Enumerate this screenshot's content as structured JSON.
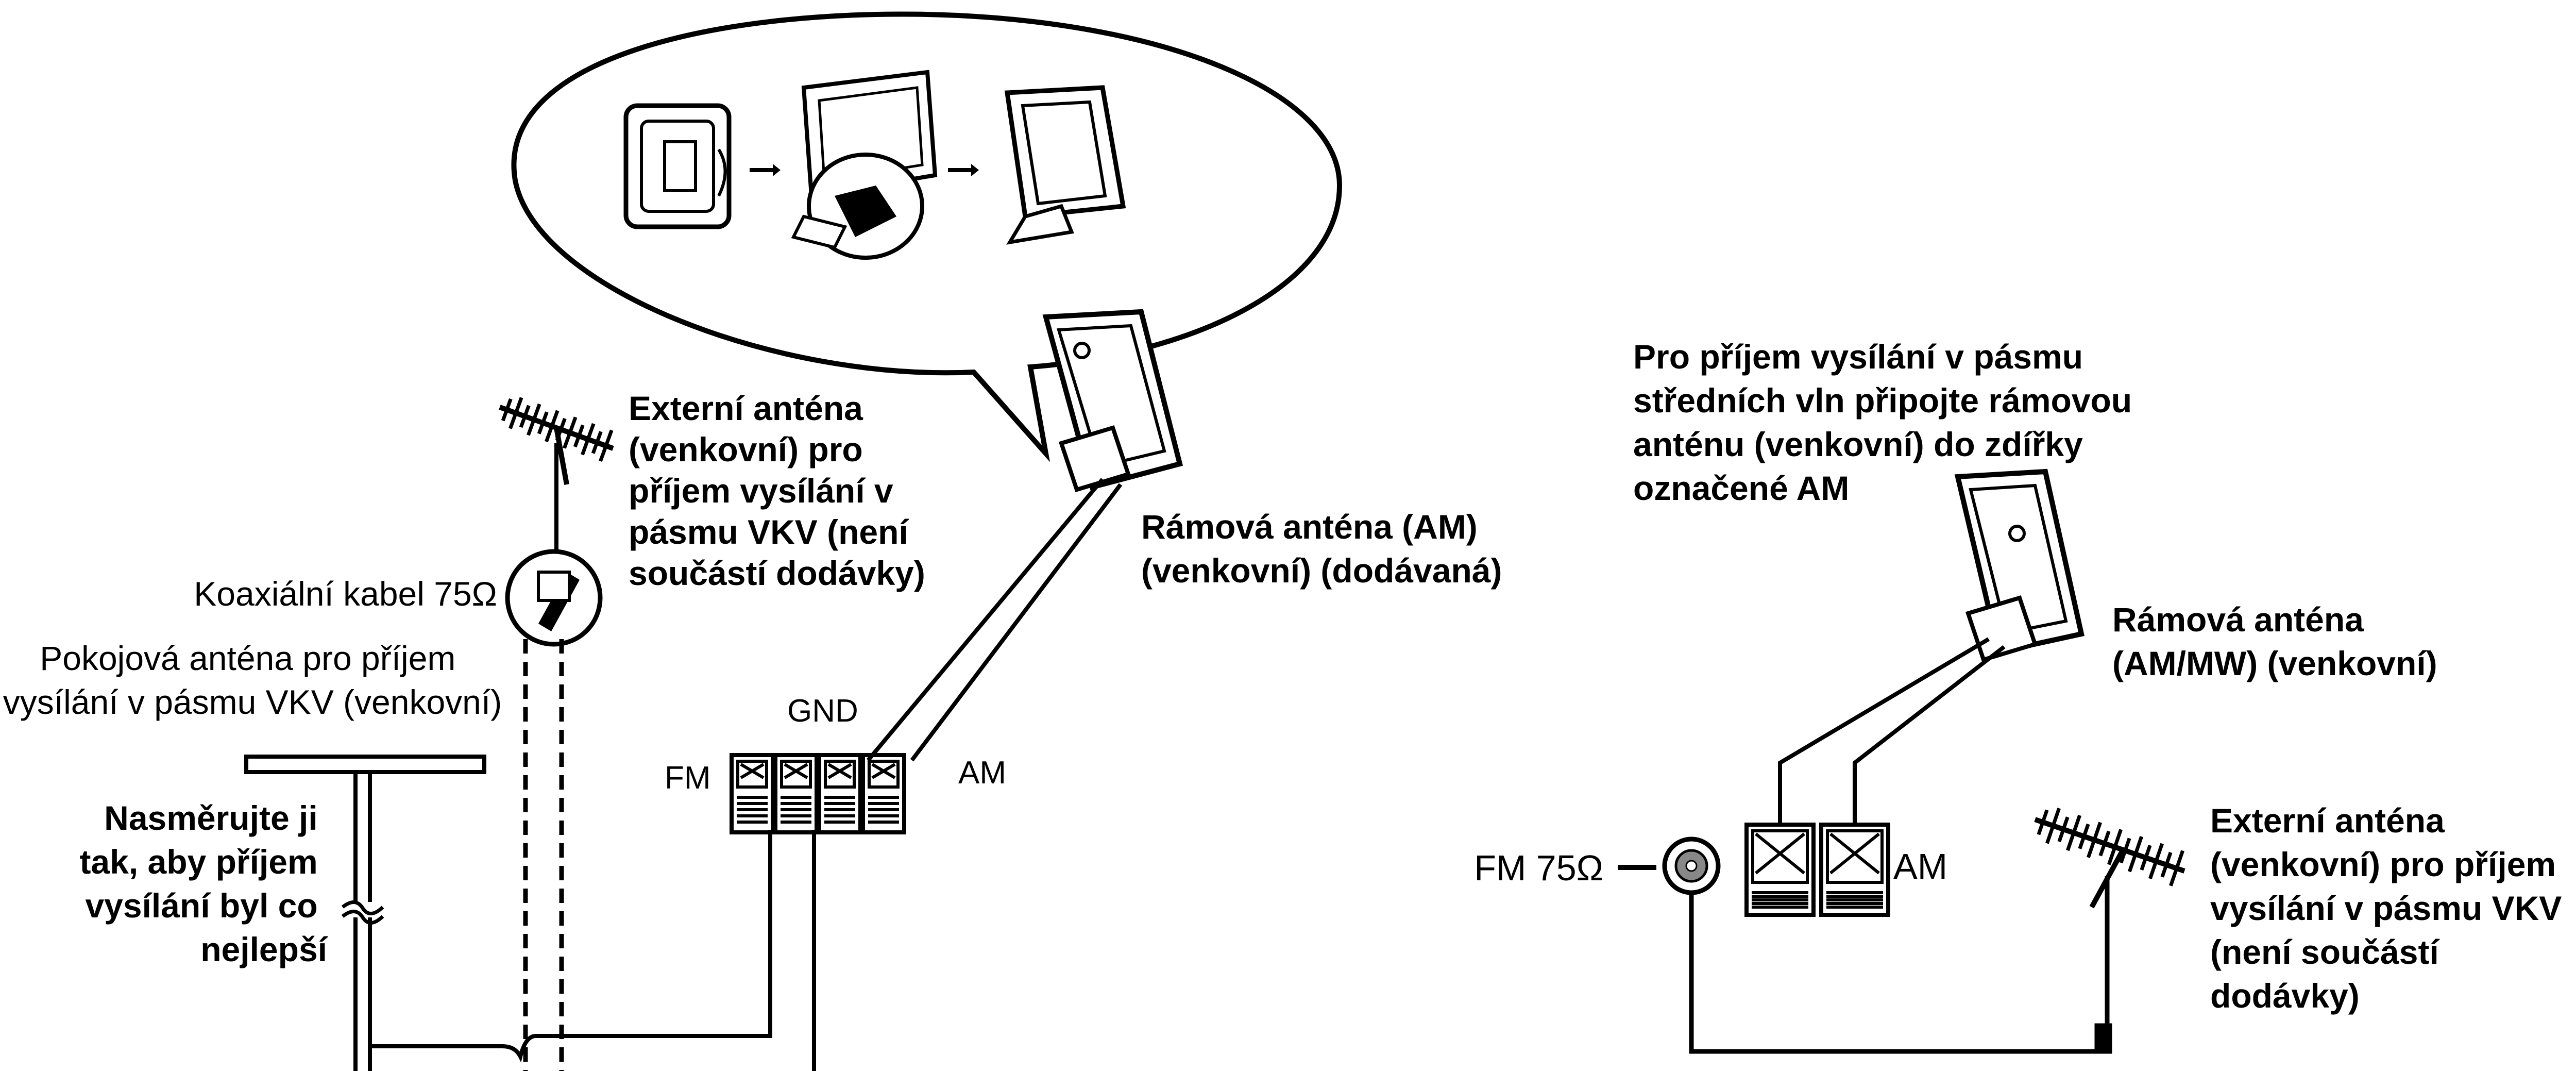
{
  "left": {
    "ext_antenna_lines": [
      "Externí anténa",
      "(venkovní) pro",
      "příjem vysílání v",
      "pásmu VKV (není",
      "součástí dodávky)"
    ],
    "coax_label": "Koaxiální kabel 75Ω",
    "indoor_antenna_lines": [
      "Pokojová anténa pro příjem",
      "vysílání v pásmu VKV (venkovní)"
    ],
    "direct_lines": [
      "Nasměrujte ji",
      "tak, aby příjem",
      "vysílání byl co",
      "nejlepší"
    ],
    "loop_antenna_lines": [
      "Rámová anténa (AM)",
      "(venkovní) (dodávaná)"
    ],
    "terminal_fm": "FM",
    "terminal_gnd": "GND",
    "terminal_am": "AM"
  },
  "right": {
    "instruction_lines": [
      "Pro příjem vysílání v pásmu",
      "středních vln připojte rámovou",
      "anténu (venkovní) do zdířky",
      "označené AM"
    ],
    "loop_antenna_lines": [
      "Rámová anténa",
      "(AM/MW) (venkovní)"
    ],
    "fm_jack_label": "FM 75Ω",
    "terminal_am": "AM",
    "ext_antenna_lines": [
      "Externí anténa",
      "(venkovní) pro příjem",
      "vysílání v pásmu VKV",
      "(není součástí",
      "dodávky)"
    ]
  }
}
